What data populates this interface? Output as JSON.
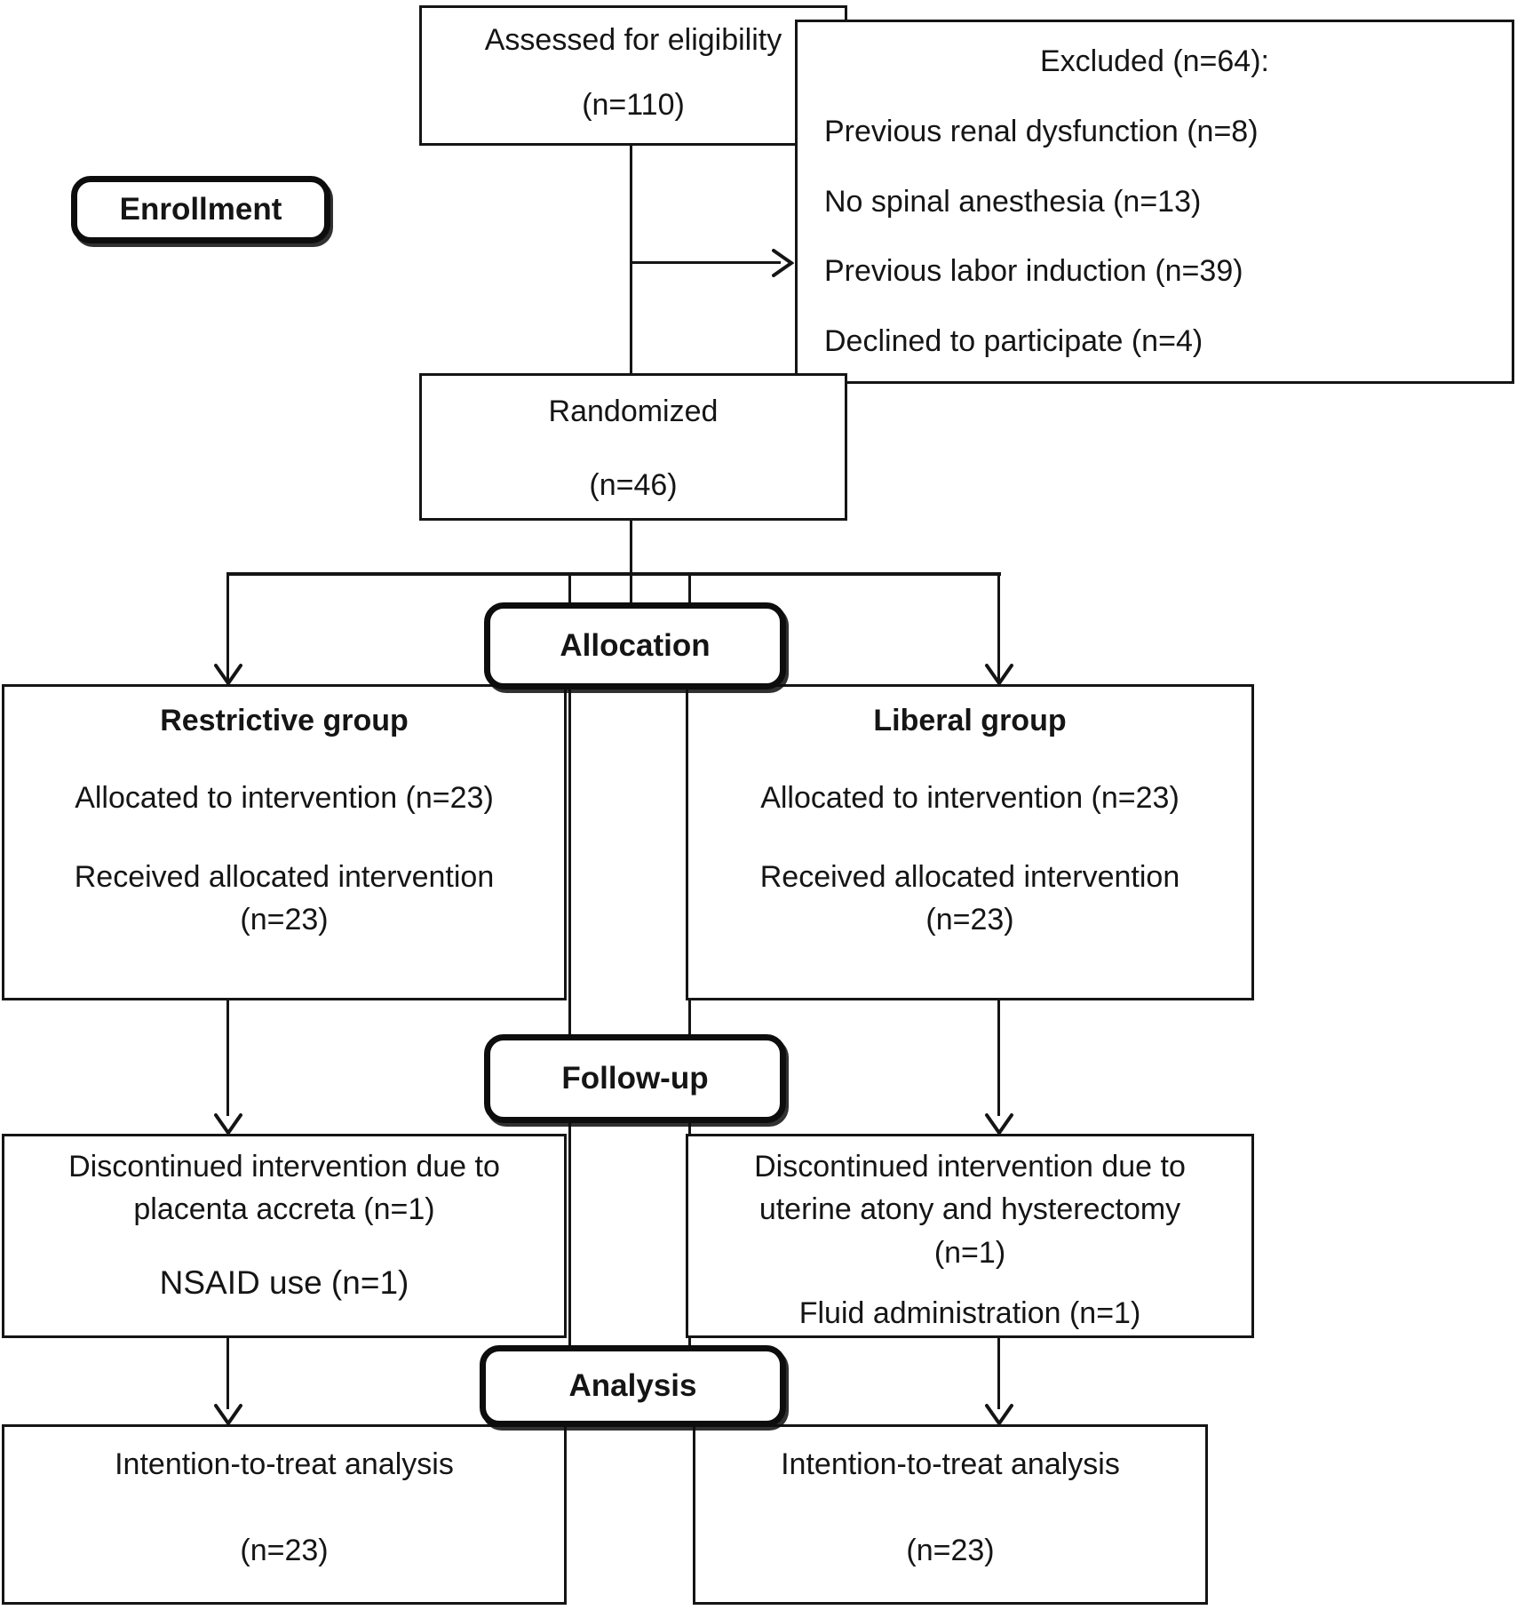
{
  "diagram": {
    "stages": {
      "enrollment": "Enrollment",
      "allocation": "Allocation",
      "followup": "Follow-up",
      "analysis": "Analysis"
    },
    "assessed": {
      "line1": "Assessed for eligibility",
      "line2": "(n=110)"
    },
    "excluded": {
      "title": "Excluded (n=64):",
      "reasons": [
        "Previous renal dysfunction (n=8)",
        "No spinal anesthesia (n=13)",
        "Previous labor induction (n=39)",
        "Declined to participate (n=4)"
      ]
    },
    "randomized": {
      "line1": "Randomized",
      "line2": "(n=46)"
    },
    "restrictive_group": {
      "title": "Restrictive group",
      "line1": "Allocated to intervention (n=23)",
      "line2": "Received allocated intervention (n=23)"
    },
    "liberal_group": {
      "title": "Liberal group",
      "line1": "Allocated to intervention (n=23)",
      "line2": "Received allocated intervention (n=23)"
    },
    "followup_restrictive": {
      "line1": "Discontinued intervention due to placenta accreta (n=1)",
      "line2": "NSAID use (n=1)"
    },
    "followup_liberal": {
      "line1": "Discontinued intervention due to uterine atony and hysterectomy (n=1)",
      "line2": "Fluid administration (n=1)"
    },
    "analysis_restrictive": {
      "line1": "Intention-to-treat analysis",
      "line2": "(n=23)"
    },
    "analysis_liberal": {
      "line1": "Intention-to-treat analysis",
      "line2": "(n=23)"
    },
    "colors": {
      "line": "#151515",
      "background": "#ffffff"
    }
  }
}
